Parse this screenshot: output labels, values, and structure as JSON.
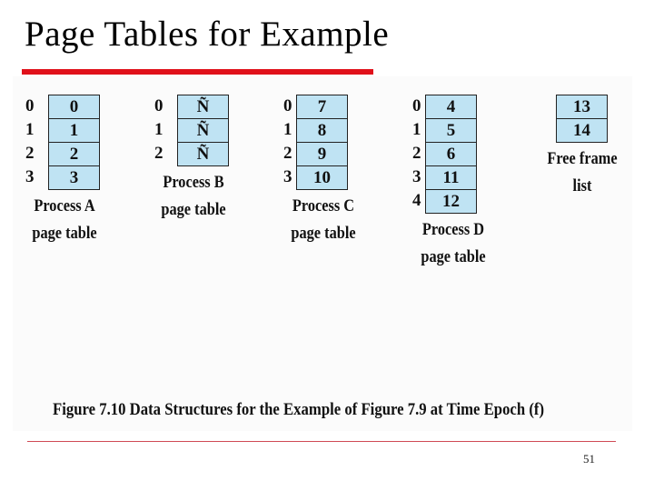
{
  "slide": {
    "title": "Page Tables for Example",
    "page_number": "51"
  },
  "figure": {
    "caption": "Figure 7.10  Data Structures for the Example of Figure 7.9 at Time Epoch (f)",
    "tables": [
      {
        "caption": "Process A\npage table",
        "indices": [
          "0",
          "1",
          "2",
          "3"
        ],
        "frames": [
          "0",
          "1",
          "2",
          "3"
        ]
      },
      {
        "caption": "Process B\npage table",
        "indices": [
          "0",
          "1",
          "2"
        ],
        "frames": [
          "Ñ",
          "Ñ",
          "Ñ"
        ]
      },
      {
        "caption": "Process C\npage table",
        "indices": [
          "0",
          "1",
          "2",
          "3"
        ],
        "frames": [
          "7",
          "8",
          "9",
          "10"
        ]
      },
      {
        "caption": "Process D\npage table",
        "indices": [
          "0",
          "1",
          "2",
          "3",
          "4"
        ],
        "frames": [
          "4",
          "5",
          "6",
          "11",
          "12"
        ]
      }
    ],
    "free_frame_list": {
      "caption": "Free frame\nlist",
      "frames": [
        "13",
        "14"
      ]
    },
    "colors": {
      "cell_fill": "#bfe3f3",
      "accent_rule": "#e0101a"
    }
  }
}
